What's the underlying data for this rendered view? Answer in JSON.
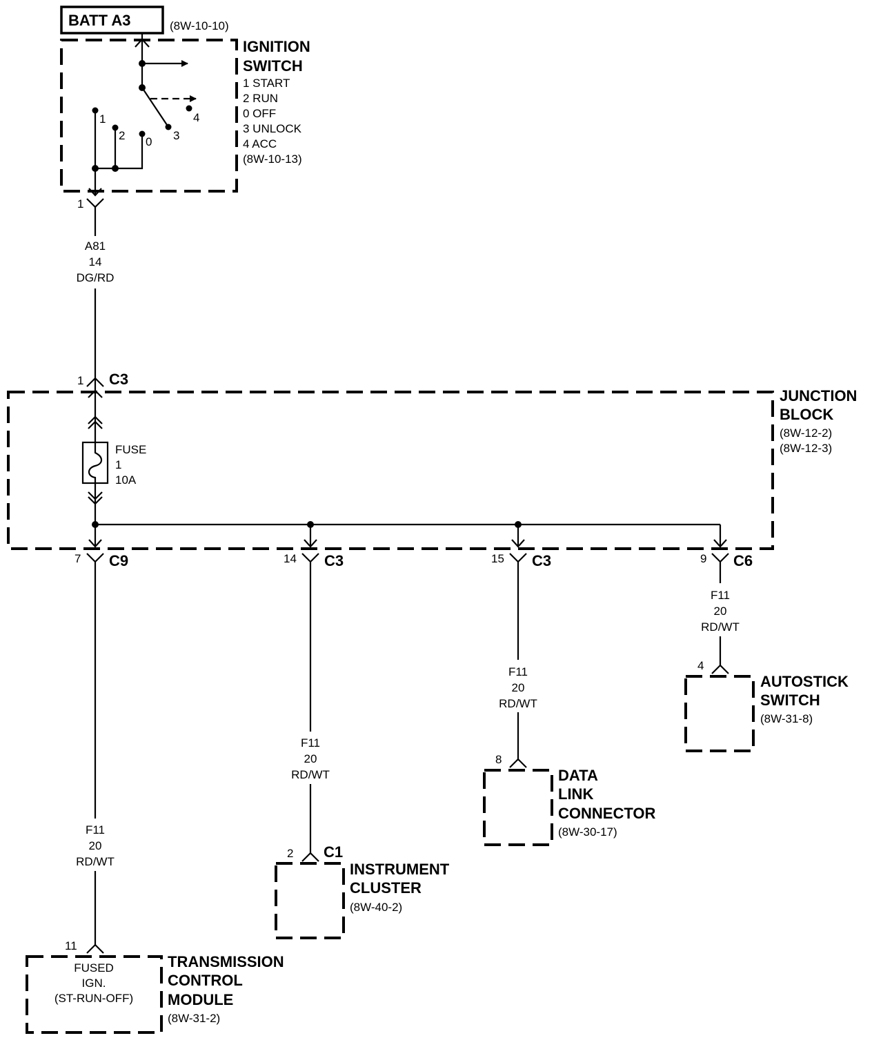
{
  "batt": {
    "label": "BATT A3",
    "ref": "(8W-10-10)"
  },
  "ignition": {
    "title1": "IGNITION",
    "title2": "SWITCH",
    "positions": [
      "1 START",
      "2 RUN",
      "0 OFF",
      "3 UNLOCK",
      "4 ACC"
    ],
    "ref": "(8W-10-13)",
    "contact_labels": {
      "c1": "1",
      "c2": "2",
      "c0": "0",
      "c3": "3",
      "c4": "4"
    },
    "pin": "1"
  },
  "wire_a81": {
    "circuit": "A81",
    "gauge": "14",
    "color": "DG/RD"
  },
  "junction_block": {
    "title1": "JUNCTION",
    "title2": "BLOCK",
    "ref1": "(8W-12-2)",
    "ref2": "(8W-12-3)",
    "input": {
      "pin": "1",
      "conn": "C3"
    },
    "fuse": {
      "label": "FUSE",
      "number": "1",
      "rating": "10A"
    },
    "outputs": [
      {
        "pin": "7",
        "conn": "C9"
      },
      {
        "pin": "14",
        "conn": "C3"
      },
      {
        "pin": "15",
        "conn": "C3"
      },
      {
        "pin": "9",
        "conn": "C6"
      }
    ]
  },
  "wires_f11": [
    {
      "circuit": "F11",
      "gauge": "20",
      "color": "RD/WT"
    },
    {
      "circuit": "F11",
      "gauge": "20",
      "color": "RD/WT"
    },
    {
      "circuit": "F11",
      "gauge": "20",
      "color": "RD/WT"
    },
    {
      "circuit": "F11",
      "gauge": "20",
      "color": "RD/WT"
    }
  ],
  "tcm": {
    "pin": "11",
    "inner1": "FUSED",
    "inner2": "IGN.",
    "inner3": "(ST-RUN-OFF)",
    "title1": "TRANSMISSION",
    "title2": "CONTROL",
    "title3": "MODULE",
    "ref": "(8W-31-2)"
  },
  "cluster": {
    "pin": "2",
    "conn": "C1",
    "title1": "INSTRUMENT",
    "title2": "CLUSTER",
    "ref": "(8W-40-2)"
  },
  "dlc": {
    "pin": "8",
    "title1": "DATA",
    "title2": "LINK",
    "title3": "CONNECTOR",
    "ref": "(8W-30-17)"
  },
  "autostick": {
    "pin": "4",
    "title1": "AUTOSTICK",
    "title2": "SWITCH",
    "ref": "(8W-31-8)"
  }
}
